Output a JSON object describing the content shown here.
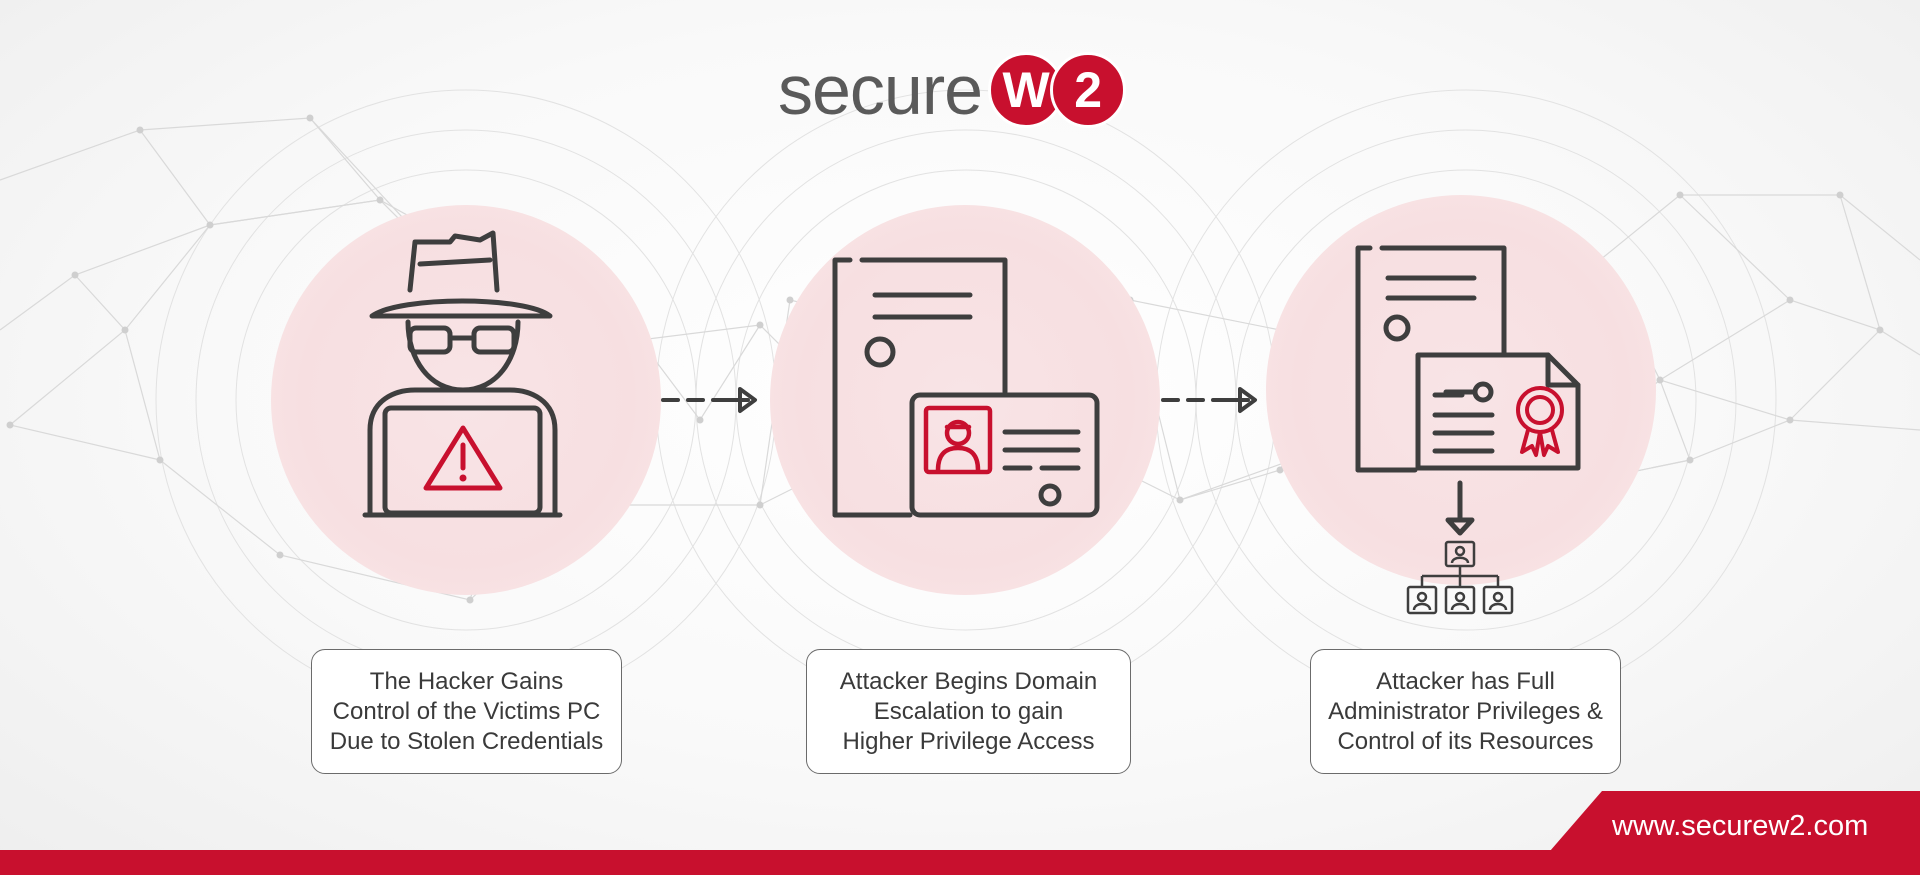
{
  "brand": {
    "logo_text": "secure",
    "logo_letter": "W",
    "logo_number": "2",
    "accent_color": "#c8102e",
    "text_color": "#5a5a5a"
  },
  "steps": [
    {
      "icon": "hacker-laptop-warning-icon",
      "lines": [
        "The Hacker Gains",
        "Control of the Victims PC",
        "Due to Stolen Credentials"
      ]
    },
    {
      "icon": "document-id-card-icon",
      "lines": [
        "Attacker Begins Domain",
        "Escalation to gain",
        "Higher Privilege Access"
      ]
    },
    {
      "icon": "document-certificate-org-chart-icon",
      "lines": [
        "Attacker has Full",
        "Administrator Privileges &",
        "Control of its Resources"
      ]
    }
  ],
  "connectors": [
    "dashed-arrow-icon",
    "dashed-arrow-icon"
  ],
  "footer": {
    "url": "www.securew2.com"
  }
}
